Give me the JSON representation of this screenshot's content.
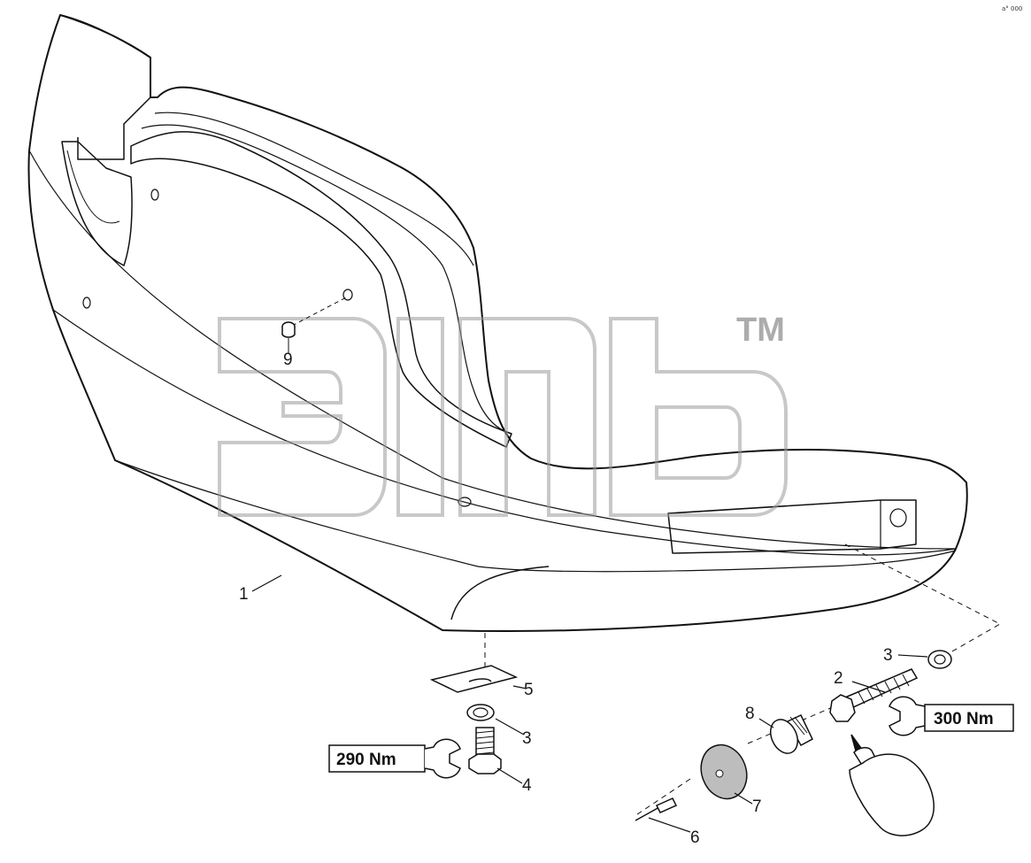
{
  "diagram": {
    "callouts": [
      {
        "id": "c1",
        "label": "1"
      },
      {
        "id": "c2",
        "label": "2"
      },
      {
        "id": "c3a",
        "label": "3"
      },
      {
        "id": "c3b",
        "label": "3"
      },
      {
        "id": "c4",
        "label": "4"
      },
      {
        "id": "c5",
        "label": "5"
      },
      {
        "id": "c6",
        "label": "6"
      },
      {
        "id": "c7",
        "label": "7"
      },
      {
        "id": "c8",
        "label": "8"
      },
      {
        "id": "c9",
        "label": "9"
      }
    ],
    "torque_left": "290 Nm",
    "torque_right": "300 Nm",
    "watermark_tm": "TM",
    "corner_code": "a° 000"
  }
}
